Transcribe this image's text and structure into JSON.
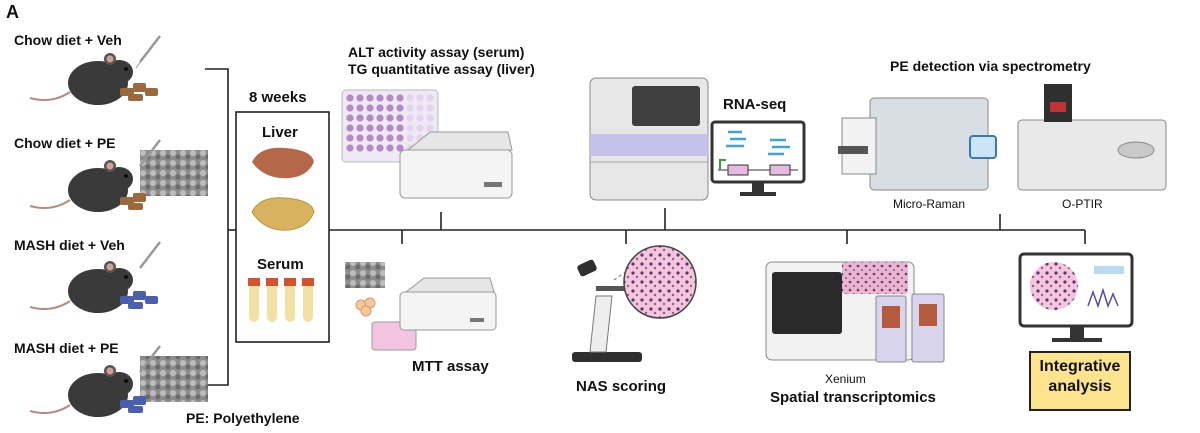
{
  "panel_label": "A",
  "groups": [
    {
      "label": "Chow diet + Veh"
    },
    {
      "label": "Chow diet + PE"
    },
    {
      "label": "MASH diet + Veh"
    },
    {
      "label": "MASH diet + PE"
    }
  ],
  "duration": "8 weeks",
  "samples": {
    "liver": "Liver",
    "serum": "Serum"
  },
  "pe_note": "PE: Polyethylene",
  "assays": {
    "alt": "ALT activity assay (serum)",
    "tg": "TG quantitative assay (liver)",
    "rnaseq": "RNA-seq",
    "pe_detection": "PE detection via spectrometry",
    "micro_raman": "Micro-Raman",
    "optir": "O-PTIR",
    "mtt": "MTT assay",
    "nas": "NAS scoring",
    "xenium": "Xenium",
    "spatial": "Spatial transcriptomics",
    "integrative": "Integrative\nanalysis"
  },
  "colors": {
    "chow_pellet": "#9a6a3c",
    "mash_pellet": "#4a5fb0",
    "integrative_box": "#fce48f",
    "plate_well": "#b48ac6",
    "liver": "#b5674a",
    "fat_liver": "#d8b25e"
  }
}
